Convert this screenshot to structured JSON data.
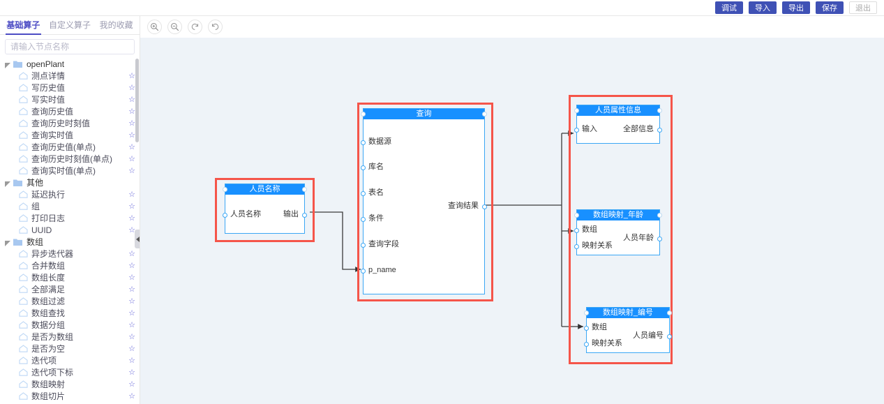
{
  "header": {
    "buttons": [
      {
        "label": "调试",
        "style": "primary",
        "name": "debug-button"
      },
      {
        "label": "导入",
        "style": "primary",
        "name": "import-button"
      },
      {
        "label": "导出",
        "style": "primary",
        "name": "export-button"
      },
      {
        "label": "保存",
        "style": "primary",
        "name": "save-button"
      },
      {
        "label": "退出",
        "style": "ghost",
        "name": "exit-button"
      }
    ],
    "accent_color": "#3f51b5"
  },
  "sidebar": {
    "tabs": [
      {
        "label": "基础算子",
        "active": true
      },
      {
        "label": "自定义算子",
        "active": false
      },
      {
        "label": "我的收藏",
        "active": false
      }
    ],
    "search": {
      "value": "",
      "placeholder": "请输入节点名称"
    },
    "tree": [
      {
        "type": "folder",
        "label": "openPlant",
        "expanded": true,
        "children": [
          "测点详情",
          "写历史值",
          "写实时值",
          "查询历史值",
          "查询历史时刻值",
          "查询实时值",
          "查询历史值(单点)",
          "查询历史时刻值(单点)",
          "查询实时值(单点)"
        ]
      },
      {
        "type": "folder",
        "label": "其他",
        "expanded": true,
        "children": [
          "延迟执行",
          "组",
          "打印日志",
          "UUID"
        ]
      },
      {
        "type": "folder",
        "label": "数组",
        "expanded": true,
        "children": [
          "异步迭代器",
          "合并数组",
          "数组长度",
          "全部满足",
          "数组过滤",
          "数组查找",
          "数据分组",
          "是否为数组",
          "是否为空",
          "迭代项",
          "迭代项下标",
          "数组映射",
          "数组切片"
        ]
      }
    ],
    "star_icon": "☆",
    "collapse_icon": "chevron-left-icon"
  },
  "canvas": {
    "toolbar": [
      {
        "name": "zoom-in-icon",
        "label": "放大"
      },
      {
        "name": "zoom-out-icon",
        "label": "缩小"
      },
      {
        "name": "redo-icon",
        "label": "重做"
      },
      {
        "name": "undo-icon",
        "label": "撤销"
      }
    ],
    "background_color": "#eef3f8",
    "selection_color": "#f5554a",
    "node_header_color": "#1890ff",
    "node_border_color": "#3ba7f5",
    "nodes": [
      {
        "id": "person-name",
        "title": "人员名称",
        "inputs": [
          "人员名称"
        ],
        "outputs": [
          "输出"
        ]
      },
      {
        "id": "query",
        "title": "查询",
        "inputs": [
          "数据源",
          "库名",
          "表名",
          "条件",
          "查询字段",
          "p_name"
        ],
        "outputs": [
          "查询结果"
        ]
      },
      {
        "id": "person-attr-info",
        "title": "人员属性信息",
        "inputs": [
          "输入"
        ],
        "outputs": [
          "全部信息"
        ]
      },
      {
        "id": "array-map-age",
        "title": "数组映射_年龄",
        "inputs": [
          "数组",
          "映射关系"
        ],
        "outputs": [
          "人员年龄"
        ]
      },
      {
        "id": "array-map-number",
        "title": "数组映射_编号",
        "inputs": [
          "数组",
          "映射关系"
        ],
        "outputs": [
          "人员编号"
        ]
      }
    ],
    "edges": [
      {
        "from": "人员名称.输出",
        "to": "查询.p_name"
      },
      {
        "from": "查询.查询结果",
        "to": "人员属性信息.输入"
      },
      {
        "from": "查询.查询结果",
        "to": "数组映射_年龄.数组"
      },
      {
        "from": "查询.查询结果",
        "to": "数组映射_编号.数组"
      }
    ]
  }
}
